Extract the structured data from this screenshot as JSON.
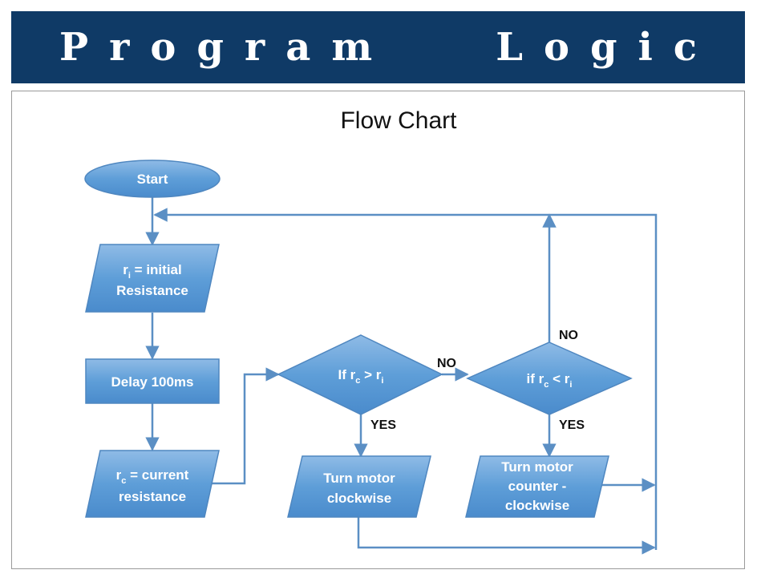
{
  "header": {
    "title": "Program   Logic"
  },
  "diagram": {
    "title": "Flow Chart",
    "start": "Start",
    "init_res": {
      "var": "r",
      "sub": "i",
      "line1_rest": " = initial",
      "line2": "Resistance"
    },
    "delay": "Delay 100ms",
    "curr_res": {
      "var": "r",
      "sub": "c",
      "line1_rest": " = current",
      "line2": "resistance"
    },
    "decision1": {
      "prefix": "If r",
      "sub1": "c",
      "op": " > r",
      "sub2": "i"
    },
    "decision2": {
      "prefix": "if r",
      "sub1": "c",
      "op": " < r",
      "sub2": "i"
    },
    "cw": {
      "line1": "Turn motor",
      "line2": "clockwise"
    },
    "ccw": {
      "line1": "Turn motor",
      "line2": "counter -",
      "line3": "clockwise"
    },
    "labels": {
      "no1": "NO",
      "no2": "NO",
      "yes1": "YES",
      "yes2": "YES"
    }
  },
  "colors": {
    "banner": "#0f3a66",
    "shape": "#5b9bd5",
    "line": "#5b8fc4"
  }
}
